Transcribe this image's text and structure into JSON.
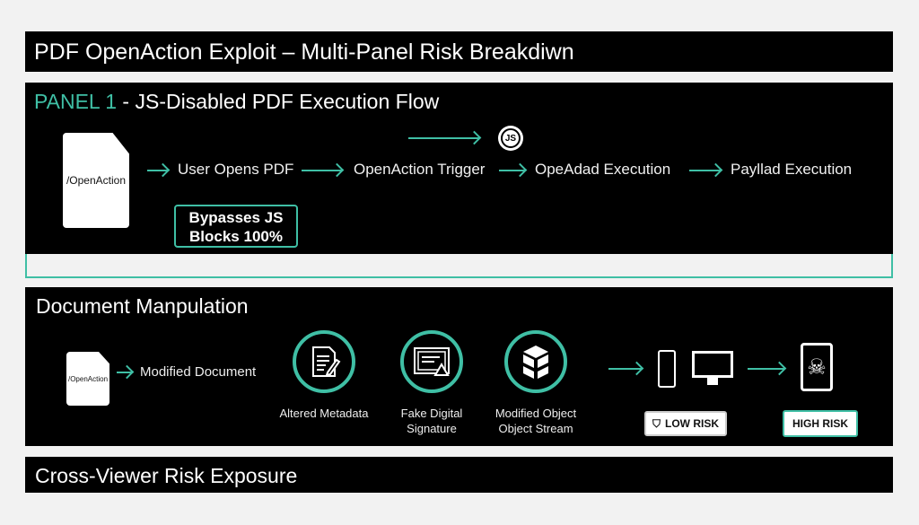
{
  "header": {
    "title": "PDF OpenAction Exploit – Multi-Panel Risk Breakdiwn"
  },
  "panel1": {
    "label": "PANEL 1",
    "title": " - JS-Disabled PDF Execution Flow",
    "doc_label": "/OpenAction",
    "steps": [
      "User Opens PDF",
      "OpenAction Trigger",
      "OpeAdad Execution",
      "Payllad Execution"
    ],
    "js_icon_text": "JS",
    "callout": [
      "Bypasses JS",
      "Blocks 100%"
    ]
  },
  "panel2": {
    "title": "Document Manpulation",
    "doc_label": "/OpenAction",
    "doc_step": "Modified Document",
    "items": [
      {
        "label": [
          "Altered Metadata"
        ]
      },
      {
        "label": [
          "Fake Digital",
          "Signature"
        ]
      },
      {
        "label": [
          "Modified Object",
          "Object Stream"
        ]
      }
    ],
    "low_risk": "LOW RISK",
    "high_risk": "HIGH RISK"
  },
  "panel3": {
    "title": "Cross-Viewer Risk Exposure"
  },
  "colors": {
    "accent": "#3fbfa5",
    "panel": "#000000",
    "background": "#f2f2f2"
  }
}
